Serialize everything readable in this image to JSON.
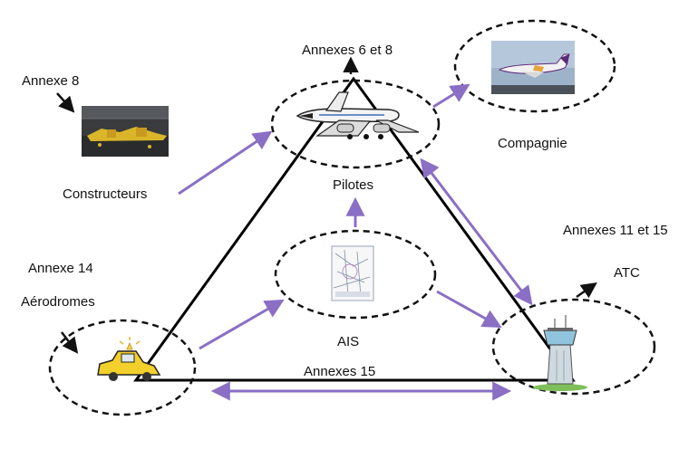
{
  "labels": {
    "annexe_8_left": "Annexe 8",
    "annexes_6_8": "Annexes 6 et 8",
    "compagnie": "Compagnie",
    "constructeurs": "Constructeurs",
    "pilotes": "Pilotes",
    "annexes_11_15": "Annexes 11 et 15",
    "annexe_14": "Annexe 14",
    "atc": "ATC",
    "aerodromes": "Aérodromes",
    "ais": "AIS",
    "annexes_15": "Annexes 15"
  },
  "colors": {
    "flow_arrow": "#8a6fc4",
    "triangle": "#000000",
    "ellipse_dash": "#111111",
    "car_yellow": "#f2cf2a",
    "tower_blue": "#8fc4dc",
    "plane_purple": "#5c2a7a"
  }
}
